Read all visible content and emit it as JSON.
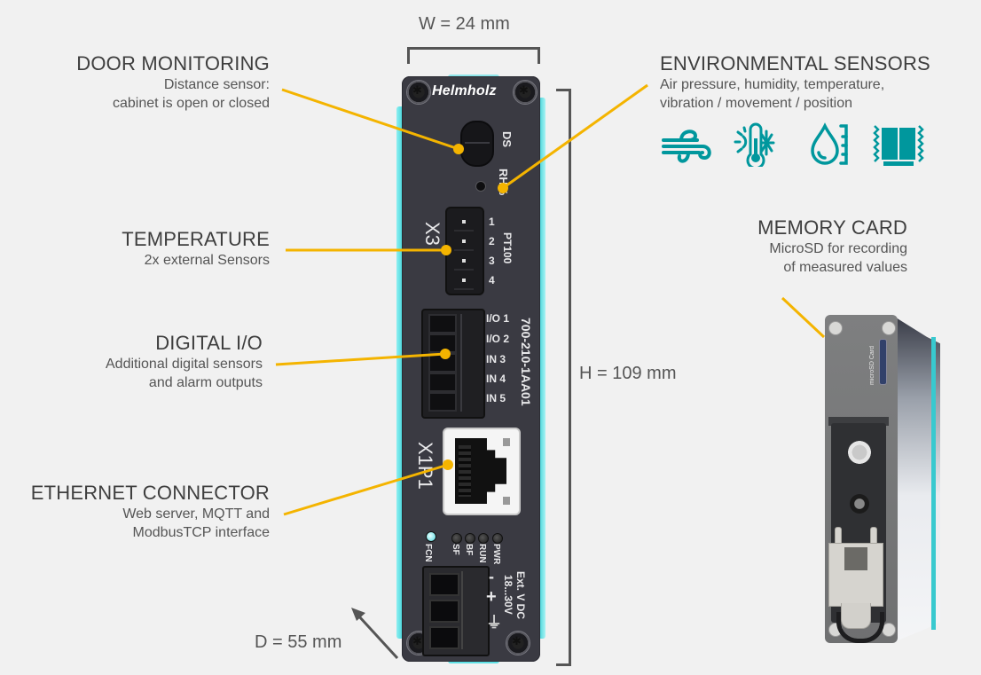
{
  "dimensions": {
    "width": "W = 24 mm",
    "height": "H = 109 mm",
    "depth": "D = 55 mm"
  },
  "callouts": {
    "door": {
      "title": "DOOR MONITORING",
      "desc": [
        "Distance sensor:",
        "cabinet is open or closed"
      ]
    },
    "temperature": {
      "title": "TEMPERATURE",
      "desc": [
        "2x external Sensors"
      ]
    },
    "digital_io": {
      "title": "DIGITAL I/O",
      "desc": [
        "Additional digital sensors",
        "and alarm outputs"
      ]
    },
    "ethernet": {
      "title": "ETHERNET CONNECTOR",
      "desc": [
        "Web server, MQTT and",
        "ModbusTCP interface"
      ]
    },
    "environmental": {
      "title": "ENVIRONMENTAL SENSORS",
      "desc": [
        "Air pressure, humidity, temperature,",
        "vibration / movement / position"
      ],
      "icons": [
        "air-pressure-wind-icon",
        "temperature-thermometer-icon",
        "humidity-drop-icon",
        "vibration-icon"
      ]
    },
    "memory": {
      "title": "MEMORY CARD",
      "desc": [
        "MicroSD for recording",
        "of measured values"
      ]
    }
  },
  "device": {
    "brand": "Helmholz",
    "model": "700-210-1AA01",
    "labels": {
      "ds": "DS",
      "rh": "RH%",
      "x3": "X3",
      "pt100": "PT100",
      "x3_pins": [
        "1",
        "2",
        "3",
        "4"
      ],
      "x1p1": "X1P1",
      "io_pins": [
        "I/O 1",
        "I/O 2",
        "IN 3",
        "IN 4",
        "IN 5"
      ],
      "leds": [
        "FCN",
        "SF",
        "BF",
        "RUN",
        "PWR"
      ],
      "power": [
        "Ext. V DC",
        "18...30V"
      ],
      "power_pins": [
        "-",
        "+",
        "⏚"
      ]
    }
  },
  "memcard_device": {
    "slot_label": "microSD Card"
  },
  "colors": {
    "accent_line": "#f4b400",
    "icon_teal": "#00979d",
    "background": "#f1f1f1"
  }
}
